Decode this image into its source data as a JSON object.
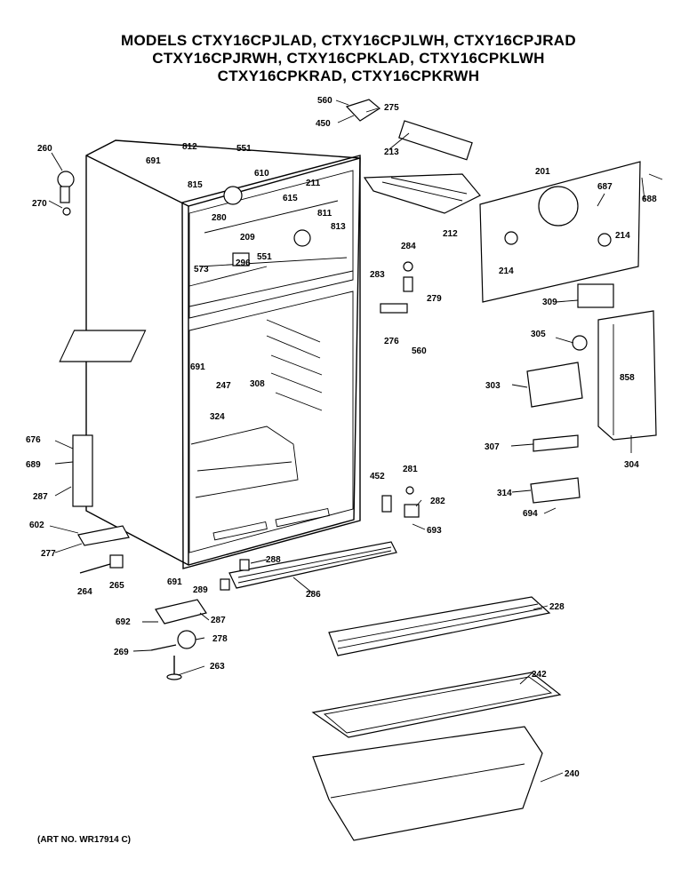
{
  "header": {
    "line1": "MODELS CTXY16CPJLAD, CTXY16CPJLWH, CTXY16CPJRAD",
    "line2": "CTXY16CPJRWH, CTXY16CPKLAD, CTXY16CPKLWH",
    "line3": "CTXY16CPKRAD, CTXY16CPKRWH"
  },
  "footer": {
    "art_no": "(ART NO. WR17914 C)"
  },
  "callouts": [
    "560",
    "275",
    "450",
    "213",
    "260",
    "812",
    "551",
    "691",
    "610",
    "615",
    "211",
    "201",
    "687",
    "688",
    "270",
    "280",
    "815",
    "811",
    "813",
    "212",
    "214",
    "214",
    "209",
    "296",
    "551",
    "573",
    "284",
    "283",
    "279",
    "309",
    "276",
    "560",
    "305",
    "691",
    "308",
    "247",
    "324",
    "858",
    "303",
    "676",
    "689",
    "452",
    "281",
    "307",
    "287",
    "282",
    "693",
    "314",
    "304",
    "602",
    "694",
    "277",
    "288",
    "691",
    "264",
    "265",
    "289",
    "286",
    "228",
    "692",
    "287",
    "269",
    "278",
    "263",
    "242",
    "240"
  ]
}
